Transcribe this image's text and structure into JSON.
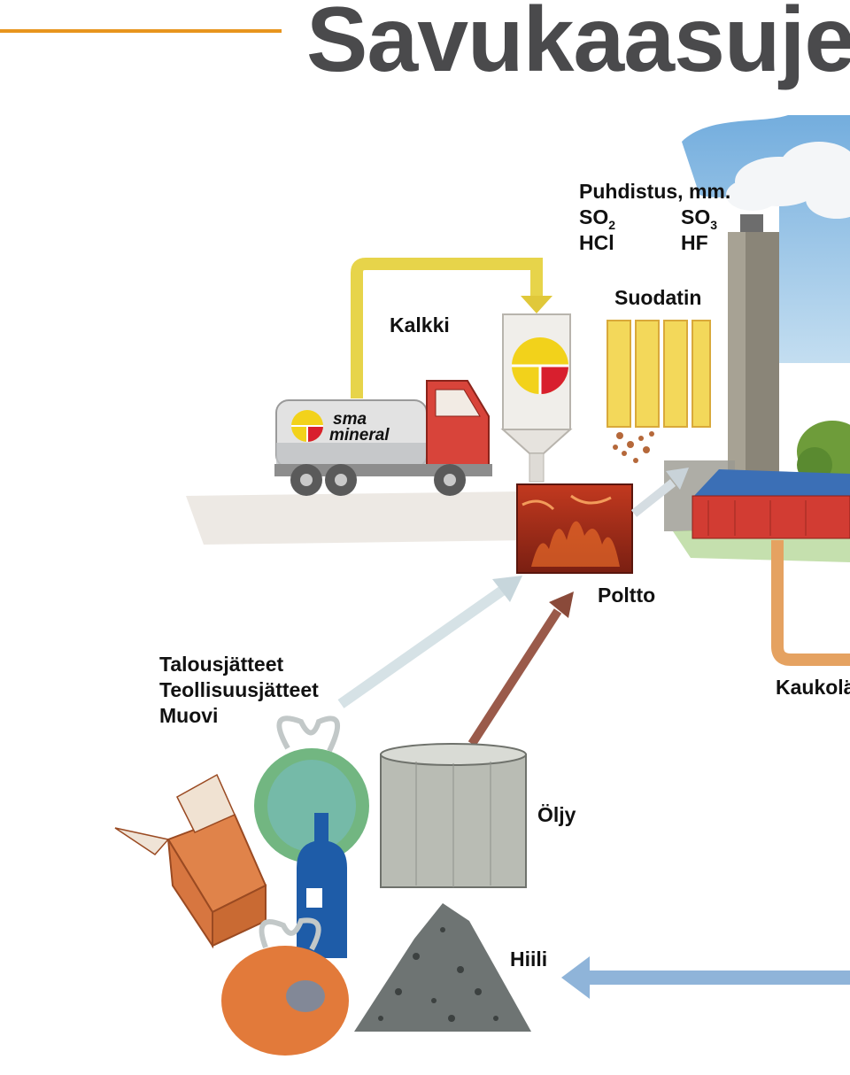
{
  "title": "Savukaasuje",
  "labels": {
    "cleaning_heading": "Puhdistus, mm.",
    "so2_main": "SO",
    "so2_sub": "2",
    "so3_main": "SO",
    "so3_sub": "3",
    "hcl": "HCl",
    "hf": "HF",
    "filter": "Suodatin",
    "lime": "Kalkki",
    "combustion": "Poltto",
    "household_waste": "Talousjätteet",
    "industrial_waste": "Teollisuusjätteet",
    "plastic": "Muovi",
    "district_heating": "Kaukolä",
    "oil": "Öljy",
    "coal": "Hiili"
  },
  "truck_logo": {
    "line1": "sma",
    "line2": "mineral"
  },
  "colors": {
    "title_rule": "#e8951e",
    "title_text": "#4a4a4c",
    "lime_arrow": "#e7d44a",
    "fire": "#b5311c",
    "truck_cab": "#d8443a",
    "logo_yellow": "#f2d21b",
    "logo_red": "#d81f2e",
    "coal_arrow": "#8fb4d9",
    "oil_arrow": "#9a5a4a",
    "heat_pipe": "#e5a261"
  }
}
